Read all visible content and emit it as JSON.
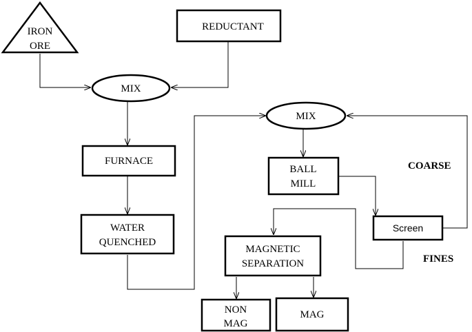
{
  "nodes": {
    "iron_ore": {
      "line1": "IRON",
      "line2": "ORE"
    },
    "reductant": {
      "label": "REDUCTANT"
    },
    "mix_1": {
      "label": "MIX"
    },
    "furnace": {
      "label": "FURNACE"
    },
    "water_quenched": {
      "line1": "WATER",
      "line2": "QUENCHED"
    },
    "mix_2": {
      "label": "MIX"
    },
    "ball_mill": {
      "line1": "BALL",
      "line2": "MILL"
    },
    "screen": {
      "label": "Screen"
    },
    "magnetic_separation": {
      "line1": "MAGNETIC",
      "line2": "SEPARATION"
    },
    "non_mag": {
      "line1": "NON",
      "line2": "MAG"
    },
    "mag": {
      "label": "MAG"
    }
  },
  "annotations": {
    "coarse": "COARSE",
    "fines": "FINES"
  }
}
